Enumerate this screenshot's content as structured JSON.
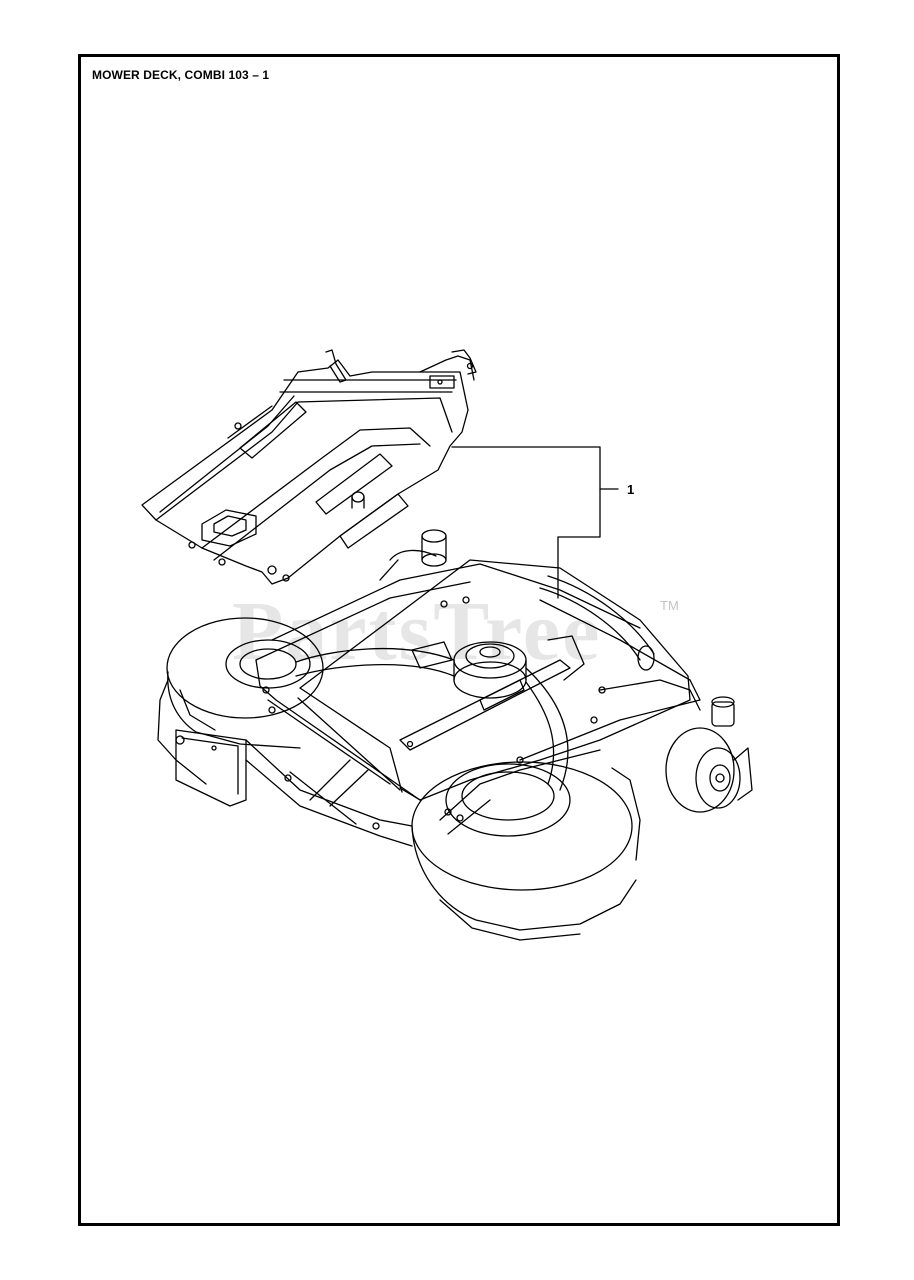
{
  "title": "MOWER DECK, COMBI 103 – 1",
  "callout": {
    "label": "1"
  },
  "watermark": {
    "text": "PartsTree",
    "trademark": "TM"
  },
  "icons": {
    "frame": "mounting-frame-drawing",
    "deck": "mower-deck-drawing"
  },
  "colors": {
    "line": "#000000",
    "background": "#ffffff",
    "watermark": "#d3d3d3"
  }
}
